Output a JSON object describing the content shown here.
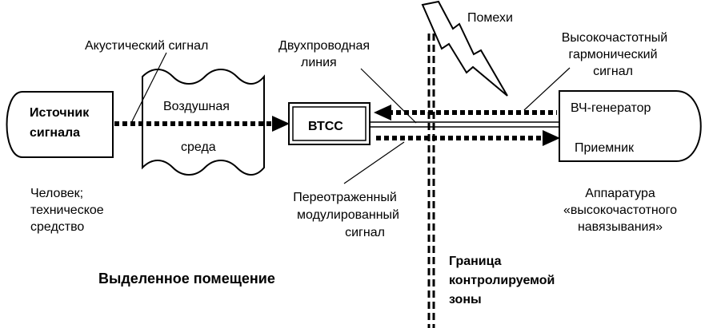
{
  "source": {
    "line1": "Источник",
    "line2": "сигнала"
  },
  "source_caption": {
    "line1": "Человек;",
    "line2": "техническое",
    "line3": "средство"
  },
  "acoustic_label": "Акустический сигнал",
  "air": {
    "line1": "Воздушная",
    "line2": "среда"
  },
  "btss": "ВТСС",
  "two_wire": {
    "line1": "Двухпроводная",
    "line2": "линия"
  },
  "noise": "Помехи",
  "hf_signal": {
    "line1": "Высокочастотный",
    "line2": "гармонический",
    "line3": "сигнал"
  },
  "equipment": {
    "generator": "ВЧ-генератор",
    "receiver": "Приемник"
  },
  "equipment_caption": {
    "line1": "Аппаратура",
    "line2": "«высокочастотного",
    "line3": "навязывания»"
  },
  "reflected": {
    "line1": "Переотраженный",
    "line2": "модулированный",
    "line3": "сигнал"
  },
  "dedicated_room": "Выделенное помещение",
  "boundary": {
    "line1": "Граница",
    "line2": "контролируемой",
    "line3": "зоны"
  }
}
